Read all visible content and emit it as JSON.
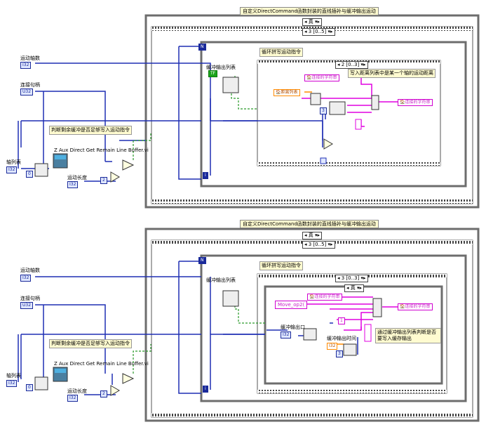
{
  "colors": {
    "wire_blue": "#1f2fb4",
    "wire_pink": "#e000e0",
    "wire_green": "#2a9a2a",
    "wire_orange": "#ff8a00",
    "frame": "#6d6d6d"
  },
  "top": {
    "title": "自定义DirectCommand函数封装的直线插补与缓冲输出运动",
    "case_true": "真",
    "seq_outer": "3 [0..5]",
    "seq_inner": "2 [0..3]",
    "loop_N": "N",
    "loop_i": "i",
    "loop_label": "循环拼写运动指令",
    "buffer_list_label": "缓冲输出列表",
    "tf": "TF",
    "comment_axis": "写入距离列表中是某一个轴的运动距离",
    "const_str": "连接的字符串",
    "dist_list": "距离列表",
    "out_str": "连接的字符串",
    "axis_count": "运动轴数",
    "conn_handle": "连接句柄",
    "axis_list": "轴列表",
    "check_comment": "判断剩余缓冲是否足够写入运动指令",
    "vi_name": "Z Aux Direct Get Remain Line Buffer.vi",
    "motion_len": "运动长度",
    "t_i32": "I32",
    "t_u32": "U32",
    "c0": "0",
    "c2": "2",
    "c3": "3",
    "c1": "1"
  },
  "bottom": {
    "title": "自定义DirectCommand函数封装的直线插补与缓冲输出运动",
    "case_true": "真",
    "seq_outer": "3 [0..5]",
    "seq_inner": "3 [0..3]",
    "case_inner": "真",
    "loop_N": "N",
    "loop_i": "i",
    "loop_label": "循环拼写运动指令",
    "buffer_list_label": "缓冲输出列表",
    "move_op": "Move_op2(",
    "const_str": "连接的字符串",
    "out_str": "连接的字符串",
    "buf_port": "缓冲输出口",
    "buf_time": "缓冲输出时间",
    "comment_judge": "通过缓冲输出列表判断是否要写入缓存输出",
    "axis_count": "运动轴数",
    "conn_handle": "连接句柄",
    "axis_list": "轴列表",
    "check_comment": "判断剩余缓冲是否足够写入运动指令",
    "vi_name": "Z Aux Direct Get Remain Line Buffer.vi",
    "motion_len": "运动长度",
    "t_i32": "I32",
    "t_u32": "U32",
    "c0": "0",
    "c2": "2",
    "c3": "3",
    "c1": "1"
  }
}
